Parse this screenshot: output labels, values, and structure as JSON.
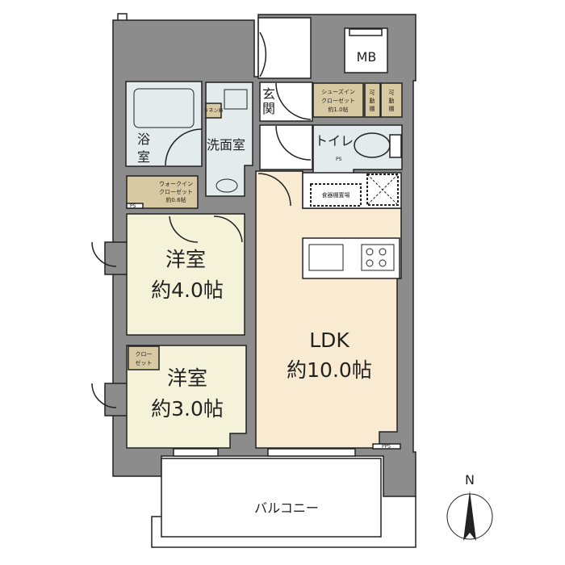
{
  "rooms": {
    "bath": {
      "line1": "浴",
      "line2": "室"
    },
    "washroom": {
      "label": "洗面室"
    },
    "linen": {
      "label": "リネン庫"
    },
    "entrance": {
      "line1": "玄",
      "line2": "関"
    },
    "shoe_closet": {
      "line1": "シューズイン",
      "line2": "クローゼット",
      "line3": "約1.0帖"
    },
    "shelf1": {
      "line1": "可",
      "line2": "動",
      "line3": "棚"
    },
    "shelf2": {
      "line1": "可",
      "line2": "動",
      "line3": "棚"
    },
    "toilet": {
      "label": "トイレ"
    },
    "ps_toilet": {
      "label": "PS"
    },
    "meter_box": {
      "label": "MB"
    },
    "walkin_closet": {
      "line1": "ウォークイン",
      "line2": "クローゼット",
      "line3": "約0.6帖"
    },
    "ps_left": {
      "label": "PS"
    },
    "dish_shelf": {
      "label": "食器棚置場"
    },
    "western1": {
      "line1": "洋室",
      "line2": "約4.0帖"
    },
    "western2": {
      "line1": "洋室",
      "line2": "約3.0帖"
    },
    "closet_small": {
      "line1": "クロー",
      "line2": "ゼット"
    },
    "ldk": {
      "line1": "LDK",
      "line2": "約10.0帖"
    },
    "pps": {
      "label": "PPS"
    },
    "balcony": {
      "label": "バルコニー"
    }
  },
  "compass": {
    "label": "N"
  },
  "colors": {
    "wall": "#8c8c8c",
    "western_room": "#f4f2d9",
    "ldk": "#f8ebd2",
    "wet_area": "#e3ebec",
    "closet": "#d7caa3"
  }
}
